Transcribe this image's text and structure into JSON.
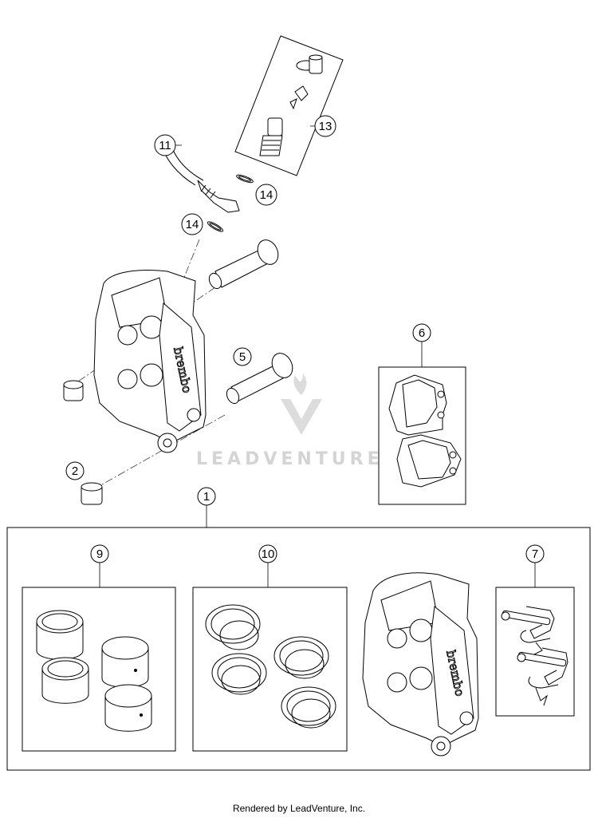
{
  "callouts": {
    "c1": "1",
    "c2": "2",
    "c5": "5",
    "c6": "6",
    "c7": "7",
    "c9": "9",
    "c10": "10",
    "c11": "11",
    "c13": "13",
    "c14a": "14",
    "c14b": "14"
  },
  "brand_marking": "brembo",
  "watermark": {
    "text": "LEADVENTURE"
  },
  "footer": {
    "credit": "Rendered by LeadVenture, Inc."
  },
  "colors": {
    "line": "#000000",
    "watermark": "#d4d4d4",
    "background": "#ffffff"
  }
}
